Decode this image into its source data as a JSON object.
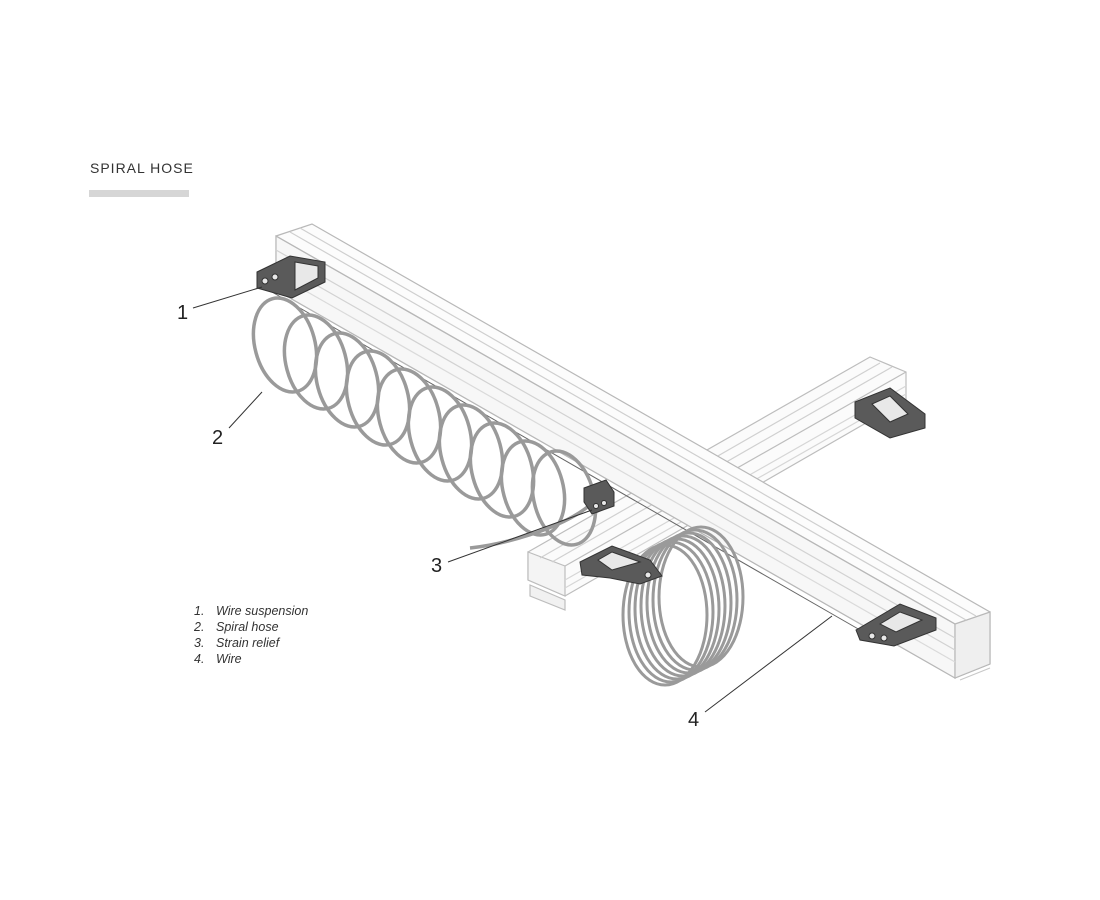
{
  "header": {
    "title": "SPIRAL HOSE"
  },
  "callouts": [
    {
      "number": "1"
    },
    {
      "number": "2"
    },
    {
      "number": "3"
    },
    {
      "number": "4"
    }
  ],
  "legend": {
    "items": [
      {
        "number": "1.",
        "label": "Wire suspension"
      },
      {
        "number": "2.",
        "label": "Spiral hose"
      },
      {
        "number": "3.",
        "label": "Strain relief"
      },
      {
        "number": "4.",
        "label": "Wire"
      }
    ]
  },
  "colors": {
    "rail_stroke": "#b8b8b8",
    "bracket_fill": "#555555",
    "hose_stroke": "#9a9a9a",
    "title_rule": "#d6d6d6"
  }
}
